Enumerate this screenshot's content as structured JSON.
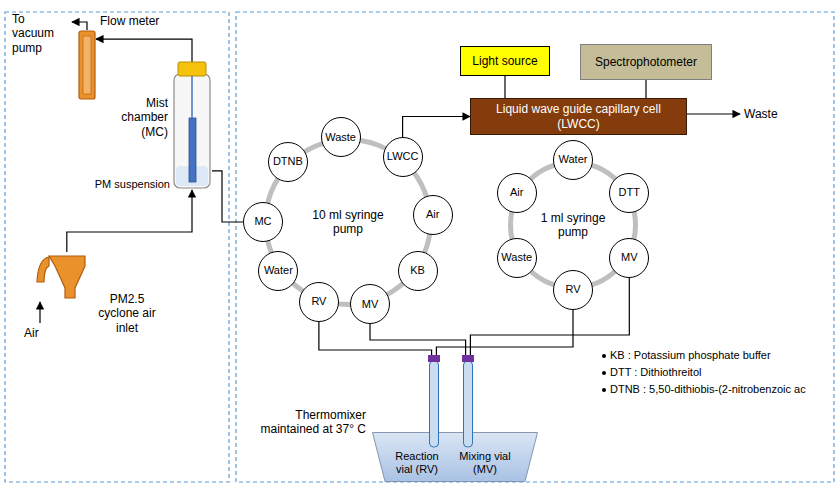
{
  "diagram": {
    "nodes": [
      {
        "text": [
          "Flow meter"
        ]
      },
      {
        "text": [
          "Mist chamber (MC)"
        ]
      },
      {
        "text": [
          "PM2.5 cyclone air inlet"
        ]
      },
      {
        "text": [
          "Light source"
        ]
      },
      {
        "text": [
          "Spectrophotometer"
        ]
      },
      {
        "text": [
          "Liquid wave guide capillary cell (LWCC)"
        ]
      },
      {
        "text": [
          "10 ml syringe pump"
        ]
      },
      {
        "text": [
          "DTNB"
        ]
      },
      {
        "text": [
          "Waste"
        ]
      },
      {
        "text": [
          "LWCC"
        ]
      },
      {
        "text": [
          "Air"
        ]
      },
      {
        "text": [
          "KB"
        ]
      },
      {
        "text": [
          "MV"
        ]
      },
      {
        "text": [
          "RV"
        ]
      },
      {
        "text": [
          "Water"
        ]
      },
      {
        "text": [
          "MC"
        ]
      },
      {
        "text": [
          "1 ml syringe pump"
        ]
      },
      {
        "text": [
          "Water"
        ]
      },
      {
        "text": [
          "DTT"
        ]
      },
      {
        "text": [
          "MV"
        ]
      },
      {
        "text": [
          "RV"
        ]
      },
      {
        "text": [
          "Waste"
        ]
      },
      {
        "text": [
          "Air"
        ]
      },
      {
        "text": [
          "Thermomixer maintained at 37° C"
        ]
      },
      {
        "text": [
          "Reaction vial (RV)"
        ],
        "in": 23
      },
      {
        "text": [
          "Mixing vial (MV)"
        ],
        "in": 23
      }
    ],
    "edges": [
      {
        "from": 2,
        "to": 1,
        "arrow": "to"
      },
      {
        "from": 1,
        "to": 0,
        "arrow": "to"
      },
      {
        "from": 15,
        "to": 1,
        "arrow": "none"
      },
      {
        "from": 9,
        "to": 5,
        "arrow": "to"
      },
      {
        "from": 3,
        "to": 5,
        "arrow": "none"
      },
      {
        "from": 4,
        "to": 5,
        "arrow": "none"
      },
      {
        "from": 13,
        "to": 24,
        "arrow": "none"
      },
      {
        "from": 12,
        "to": 25,
        "arrow": "none"
      },
      {
        "from": 20,
        "to": 24,
        "arrow": "none"
      },
      {
        "from": 19,
        "to": 25,
        "arrow": "none"
      }
    ],
    "labels": [
      "To vacuum pump",
      "Air",
      "PM suspension",
      "Waste",
      "KB : Potassium phosphate buffer",
      "DTT : Dithiothreitol",
      "DTNB : 5,50-dithiobis-(2-nitrobenzoic ac"
    ]
  }
}
